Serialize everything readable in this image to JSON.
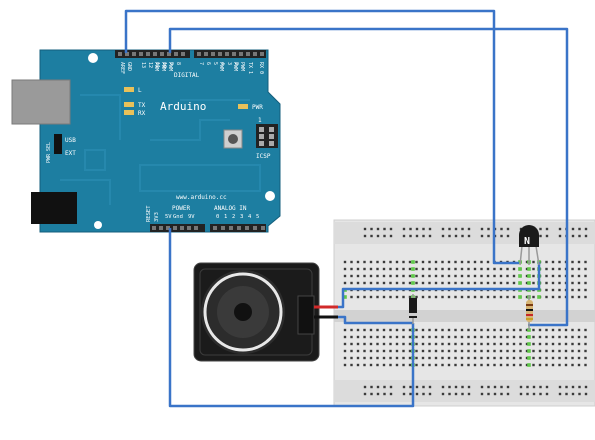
{
  "colors": {
    "board": "#1d7ea1",
    "board_dark": "#17698a",
    "wire": "#3a74c8",
    "breadboard": "#e4e4e4",
    "node_green": "#5fc84a",
    "speaker_body": "#1b1b1b"
  },
  "arduino": {
    "brand": "Arduino",
    "website": "www.arduino.cc",
    "digital_label": "DIGITAL",
    "header_top_labels": [
      "AREF",
      "GND",
      "13",
      "12",
      "11",
      "10",
      "9",
      "8",
      "7",
      "6",
      "5",
      "4",
      "3",
      "2",
      "TX 1",
      "RX 0"
    ],
    "pwm_label": "PWM",
    "led_labels": [
      "L",
      "TX",
      "RX"
    ],
    "pwr_label": "PWR",
    "icsp_label": "ICSP",
    "icsp_one": "1",
    "pwr_sel_label": "PWR SEL",
    "usb_label": "USB",
    "ext_label": "EXT",
    "power_label": "POWER",
    "analog_label": "ANALOG IN",
    "bottom_pin_labels": [
      "RESET",
      "3V3",
      "5V",
      "Gnd",
      "9V",
      "0",
      "1",
      "2",
      "3",
      "4",
      "5"
    ]
  },
  "transistor": {
    "marking": "N"
  },
  "icons": [
    "usb-connector-icon",
    "power-jack-icon",
    "reset-button-icon",
    "speaker-icon",
    "diode-icon",
    "resistor-icon",
    "npn-transistor-icon"
  ]
}
